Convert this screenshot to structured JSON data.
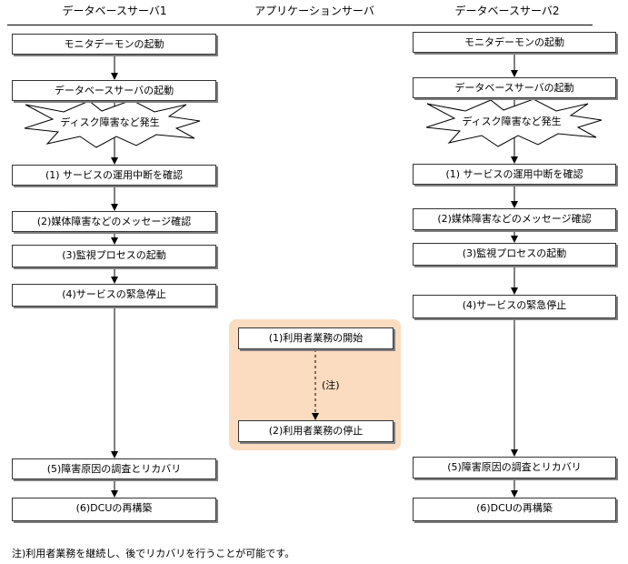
{
  "columns": {
    "db1": {
      "title": "データベースサーバ1"
    },
    "app": {
      "title": "アプリケーションサーバ"
    },
    "db2": {
      "title": "データベースサーバ2"
    }
  },
  "db1_steps": [
    "モニタデーモンの起動",
    "データベースサーバの起動",
    "(1) サービスの運用中断を確認",
    "(2)媒体障害などのメッセージ確認",
    "(3)監視プロセスの起動",
    "(4)サービスの緊急停止",
    "(5)障害原因の調査とリカバリ",
    "(6)DCUの再構築"
  ],
  "db2_steps": [
    "モニタデーモンの起動",
    "データベースサーバの起動",
    "(1) サービスの運用中断を確認",
    "(2)媒体障害などのメッセージ確認",
    "(3)監視プロセスの起動",
    "(4)サービスの緊急停止",
    "(5)障害原因の調査とリカバリ",
    "(6)DCUの再構築"
  ],
  "event": {
    "label": "ディスク障害など発生"
  },
  "app_steps": [
    "(1)利用者業務の開始",
    "(2)利用者業務の停止"
  ],
  "note_marker": "(注)",
  "footnote": "注)利用者業務を継続し、後でリカバリを行うことが可能です。",
  "colors": {
    "panel": "#fbdcc0",
    "shadow": "#7f7f7f",
    "border": "#333333"
  }
}
